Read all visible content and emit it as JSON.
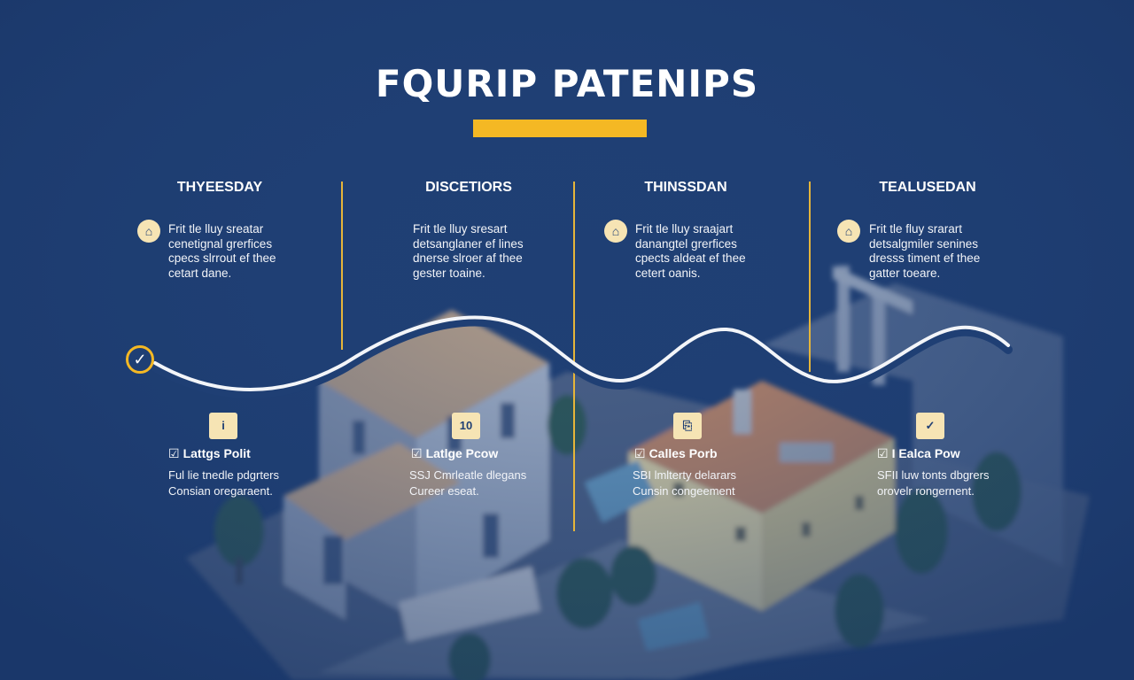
{
  "title": "FQURIP PATENIPS",
  "colors": {
    "background": "#1f3f74",
    "accent": "#f4b824",
    "icon_fill": "#f6e4b4",
    "line": "#ffffff"
  },
  "columns": [
    {
      "heading": "THYEESDAY",
      "icon": "home-icon",
      "desc": [
        "Frit tle lluy sreatar",
        "cenetignal grerfices",
        "cpecs slrrout ef thee",
        "cetart dane."
      ]
    },
    {
      "heading": "DISCETIORS",
      "icon": "",
      "desc": [
        "Frit tle lluy sresart",
        "detsanglaner ef lines",
        "dnerse slroer af thee",
        "gester toaine."
      ]
    },
    {
      "heading": "THINSSDAN",
      "icon": "home-icon",
      "desc": [
        "Frit tle lluy sraajart",
        "danangtel grerfices",
        "cpects aldeat ef thee",
        "cetert oanis."
      ]
    },
    {
      "heading": "TEALUSEDAN",
      "icon": "home-icon",
      "desc": [
        "Frit tle fluy srarart",
        "detsalgmiler senines",
        "dresss timent ef thee",
        "gatter toeare."
      ]
    }
  ],
  "start_marker": {
    "icon": "checkmark-icon",
    "glyph": "✓"
  },
  "milestones": [
    {
      "icon_label": "i",
      "icon": "info-house-icon",
      "check": "☑",
      "title": "Lattgs Polit",
      "desc": [
        "Ful lie tnedle pdgrters",
        "Consian oregaraent."
      ]
    },
    {
      "icon_label": "10",
      "icon": "calendar-icon",
      "check": "☑",
      "title": "Latlge Pcow",
      "desc": [
        "SSJ Cmrleatle dlegans",
        "Cureer eseat."
      ]
    },
    {
      "icon_label": "⎘",
      "icon": "document-icon",
      "check": "☑",
      "title": "Calles Porb",
      "desc": [
        "SBI lmlterty delarars",
        "Cunsin congeement"
      ]
    },
    {
      "icon_label": "✓",
      "icon": "check-icon",
      "check": "☑",
      "title": "I Ealca Pow",
      "desc": [
        "SFII luw tonts dbgrers",
        "orovelr rongernent."
      ]
    }
  ]
}
